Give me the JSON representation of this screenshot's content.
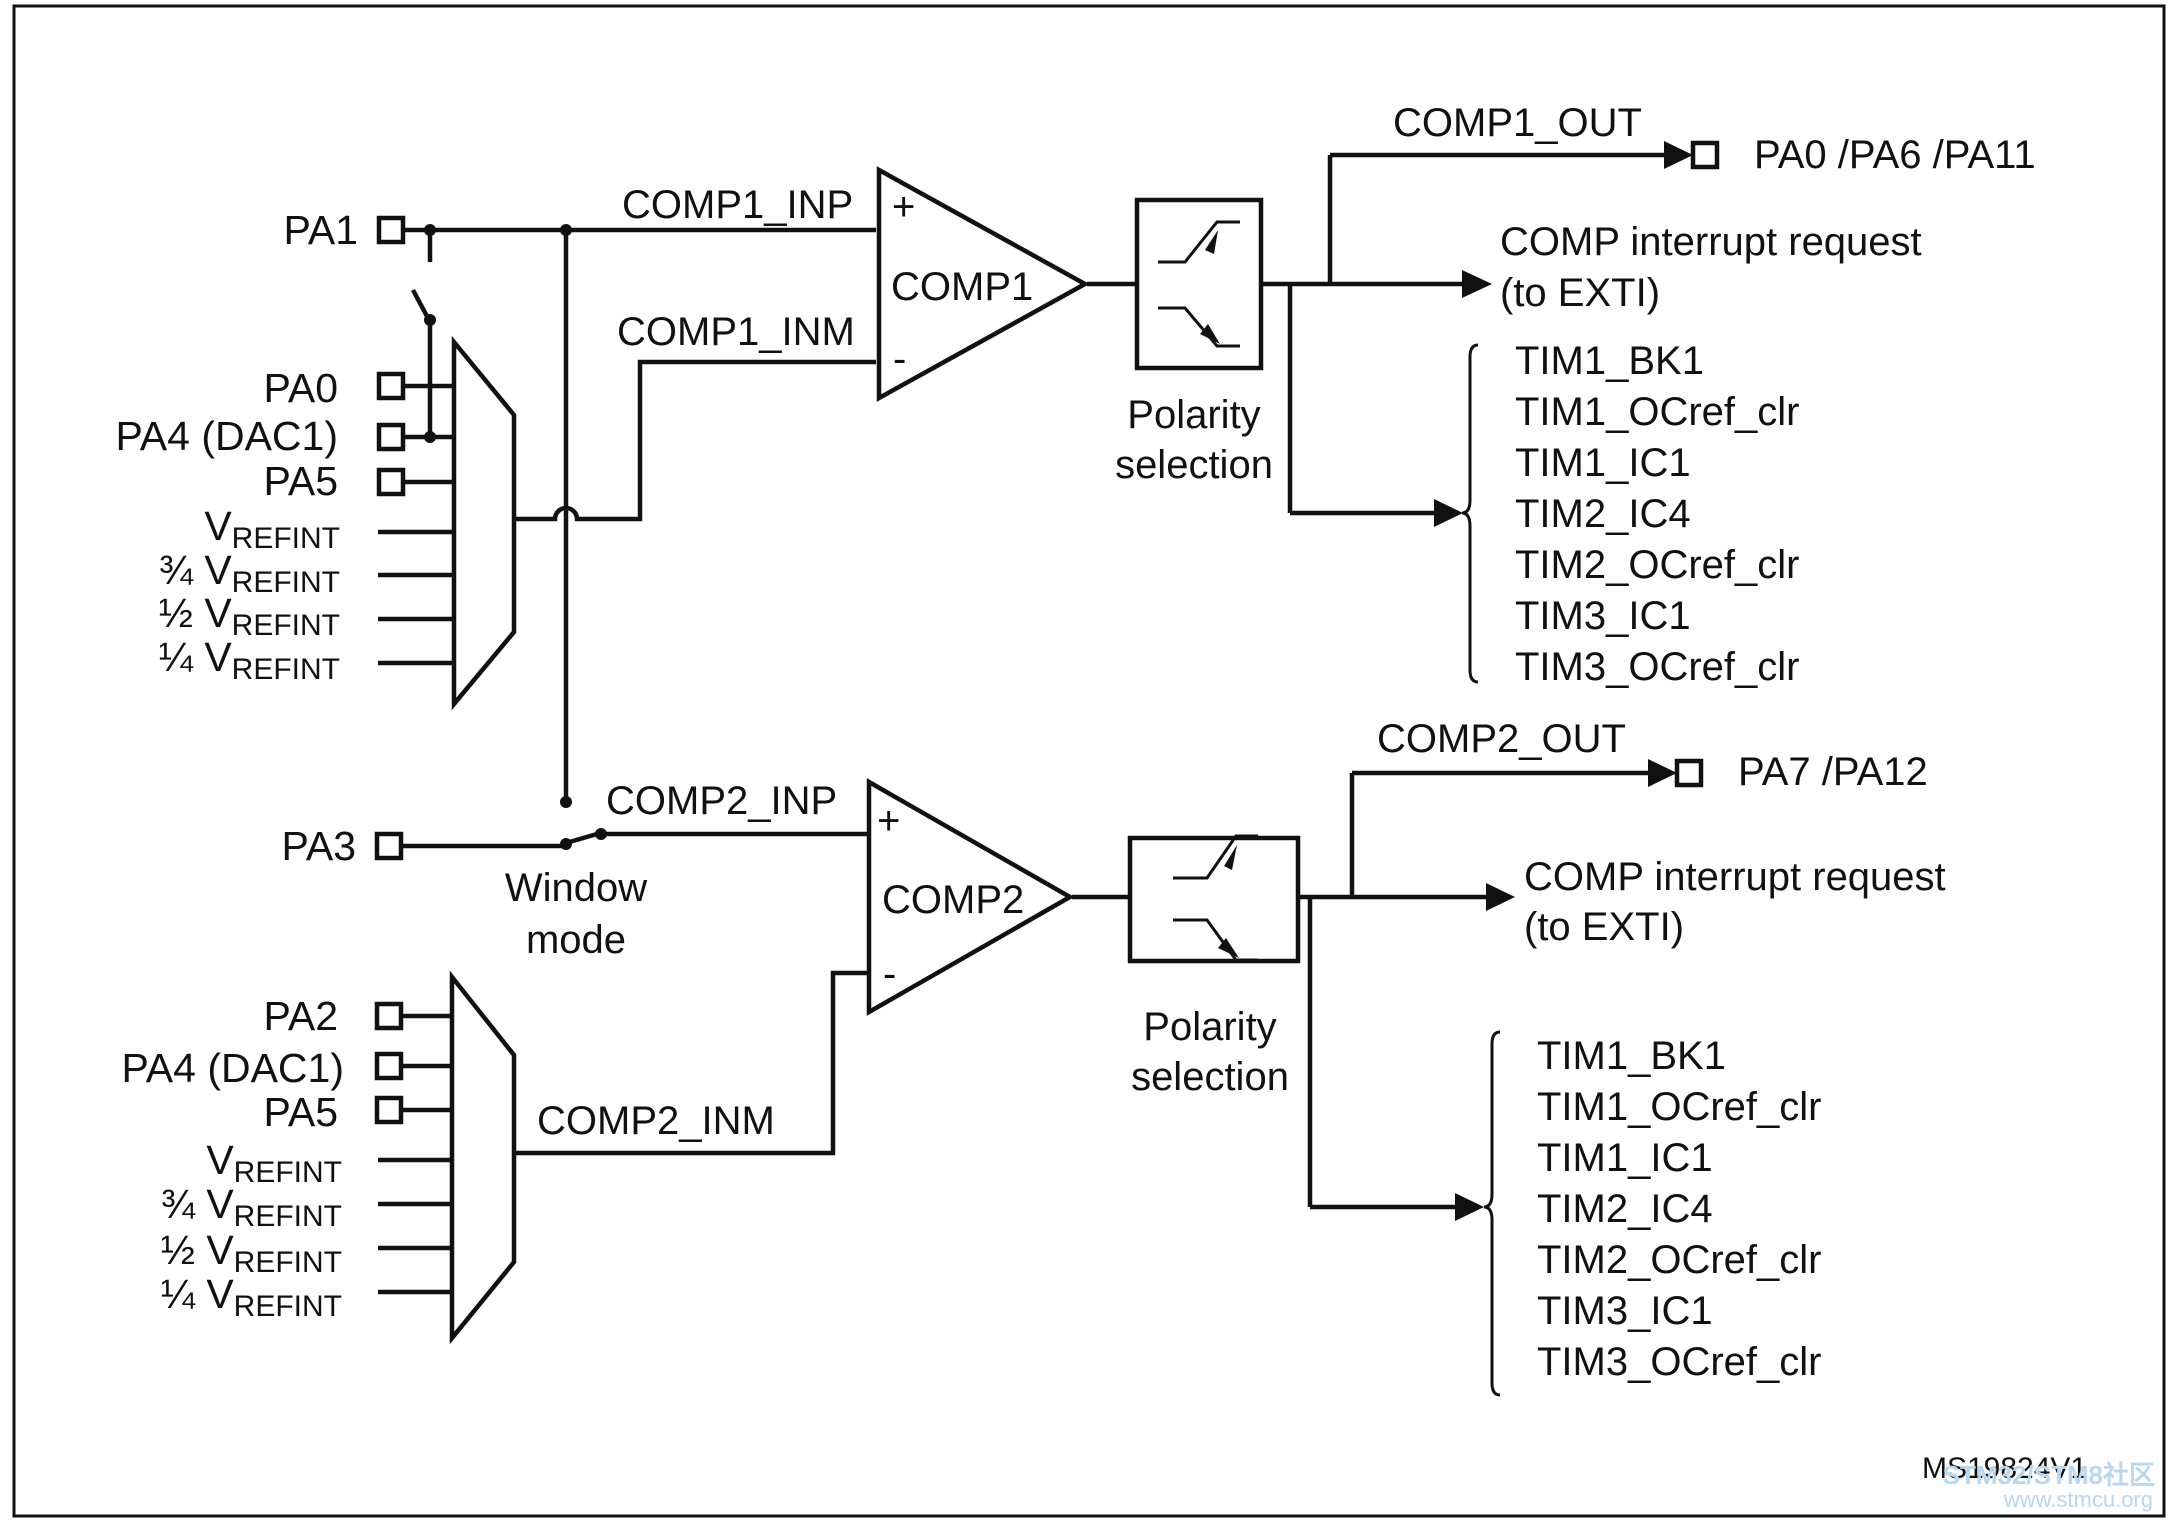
{
  "comp1": {
    "name": "COMP1",
    "inp": "COMP1_INP",
    "inm": "COMP1_INM",
    "out": "COMP1_OUT",
    "out_pins": "PA0 /PA6 /PA11",
    "plus": "+",
    "minus": "-",
    "pin_pa1": "PA1",
    "mux_inputs": [
      "PA0",
      "PA4 (DAC1)",
      "PA5"
    ],
    "vref": [
      {
        "prefix": "",
        "v": "V",
        "sub": "REFINT"
      },
      {
        "prefix": "¾ ",
        "v": "V",
        "sub": "REFINT"
      },
      {
        "prefix": "½ ",
        "v": "V",
        "sub": "REFINT"
      },
      {
        "prefix": "¼ ",
        "v": "V",
        "sub": "REFINT"
      }
    ],
    "polarity": [
      "Polarity",
      "selection"
    ],
    "interrupt": [
      "COMP interrupt request",
      "(to EXTI)"
    ],
    "timers": [
      "TIM1_BK1",
      "TIM1_OCref_clr",
      "TIM1_IC1",
      "TIM2_IC4",
      "TIM2_OCref_clr",
      "TIM3_IC1",
      "TIM3_OCref_clr"
    ]
  },
  "comp2": {
    "name": "COMP2",
    "inp": "COMP2_INP",
    "inm": "COMP2_INM",
    "out": "COMP2_OUT",
    "out_pins": "PA7 /PA12",
    "plus": "+",
    "minus": "-",
    "pin_pa3": "PA3",
    "mux_inputs": [
      "PA2",
      "PA4 (DAC1)",
      "PA5"
    ],
    "vref": [
      {
        "prefix": "",
        "v": "V",
        "sub": "REFINT"
      },
      {
        "prefix": "¾ ",
        "v": "V",
        "sub": "REFINT"
      },
      {
        "prefix": "½ ",
        "v": "V",
        "sub": "REFINT"
      },
      {
        "prefix": "¼ ",
        "v": "V",
        "sub": "REFINT"
      }
    ],
    "polarity": [
      "Polarity",
      "selection"
    ],
    "interrupt": [
      "COMP interrupt request",
      "(to EXTI)"
    ],
    "timers": [
      "TIM1_BK1",
      "TIM1_OCref_clr",
      "TIM1_IC1",
      "TIM2_IC4",
      "TIM2_OCref_clr",
      "TIM3_IC1",
      "TIM3_OCref_clr"
    ]
  },
  "window_mode": [
    "Window",
    "mode"
  ],
  "figure_id": "MS19824V1",
  "watermark": [
    "STM32/STM8社区",
    "www.stmcu.org"
  ]
}
